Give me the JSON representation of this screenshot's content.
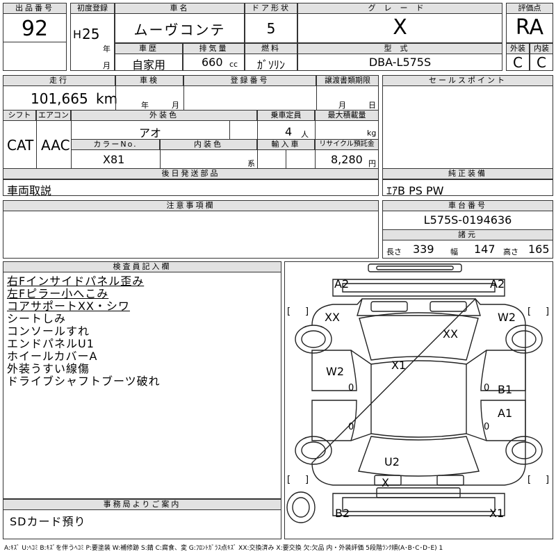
{
  "header": {
    "lot_no_label": "出品番号",
    "lot_no": "92",
    "first_reg_label": "初度登録",
    "era": "H",
    "year": "25",
    "year_unit": "年",
    "month_unit": "月",
    "car_name_label": "車名",
    "car_name": "ムーヴコンテ",
    "door_label": "ドア形状",
    "doors": "5",
    "grade_label": "グレード",
    "grade": "X",
    "score_label": "評価点",
    "score": "RA",
    "history_label": "車歴",
    "history": "自家用",
    "displacement_label": "排気量",
    "displacement": "660",
    "displacement_unit": "cc",
    "fuel_label": "燃料",
    "fuel": "ｶﾞｿﾘﾝ",
    "model_label": "型式",
    "model": "DBA-L575S",
    "ext_label": "外装",
    "ext_grade": "C",
    "int_label": "内装",
    "int_grade": "C"
  },
  "specs": {
    "mileage_label": "走行",
    "mileage": "101,665",
    "mileage_unit": "km",
    "inspection_label": "車検",
    "insp_year_unit": "年",
    "insp_month_unit": "月",
    "reg_no_label": "登録番号",
    "transfer_label": "譲渡書類期限",
    "transfer_month": "月",
    "transfer_day": "日",
    "shift_label": "シフト",
    "shift": "CAT",
    "ac_label": "エアコン",
    "ac": "AAC",
    "color_label": "外装色",
    "color": "アオ",
    "capacity_label": "乗車定員",
    "capacity": "4",
    "capacity_unit": "人",
    "maxload_label": "最大積載量",
    "maxload_unit": "kg",
    "color_no_label": "カラーNo.",
    "color_no": "X81",
    "int_color_label": "内装色",
    "int_color_suffix": "系",
    "import_label": "輸入車",
    "recycle_label": "リサイクル預託金",
    "recycle": "8,280",
    "recycle_unit": "円"
  },
  "sales_point_label": "セールスポイント",
  "later_parts_label": "後日発送部品",
  "later_parts": "車両取説",
  "equip_label": "純正装備",
  "equipment": "ｴｱB PS PW",
  "notes_label": "注意事項欄",
  "chassis_label": "車台番号",
  "chassis": "L575S-0194636",
  "dims_label": "諸元",
  "dims": {
    "length_label": "長さ",
    "length": "339",
    "width_label": "幅",
    "width": "147",
    "height_label": "高さ",
    "height": "165"
  },
  "inspector_label": "検査員記入欄",
  "inspector_notes": [
    "右Fインサイドパネル歪み",
    "左Fピラー小へこみ",
    "コアサポートXX・シワ",
    "シートしみ",
    "コンソールすれ",
    "エンドパネルU1",
    "ホイールカバーA",
    "外装うすい線傷",
    "ドライブシャフトブーツ破れ"
  ],
  "office_label": "事務局よりご案内",
  "office_note": "SDカード預り",
  "diagram": {
    "marks": [
      "A2",
      "A2",
      "XX",
      "W2",
      "XX",
      "X1",
      "W2",
      "B1",
      "A1",
      "U2",
      "X",
      "B2",
      "X1"
    ],
    "zeros": [
      "0",
      "0",
      "0",
      "0"
    ],
    "brackets": [
      "[",
      "]",
      "[",
      "]",
      "[",
      "]",
      "[",
      "]"
    ]
  },
  "legend": "A:ｷｽﾞ U:ﾍｺﾐ B:ｷｽﾞを伴うﾍｺﾐ P:要塗装 W:補修跡 S:錆 C:腐食、変 G:ﾌﾛﾝﾄｶﾞﾗｽ点ｷｽﾞ XX:交換済み X:要交換 欠:欠品 内・外装評価 5段階ﾗﾝｸ順(A･B･C･D･E) 1"
}
